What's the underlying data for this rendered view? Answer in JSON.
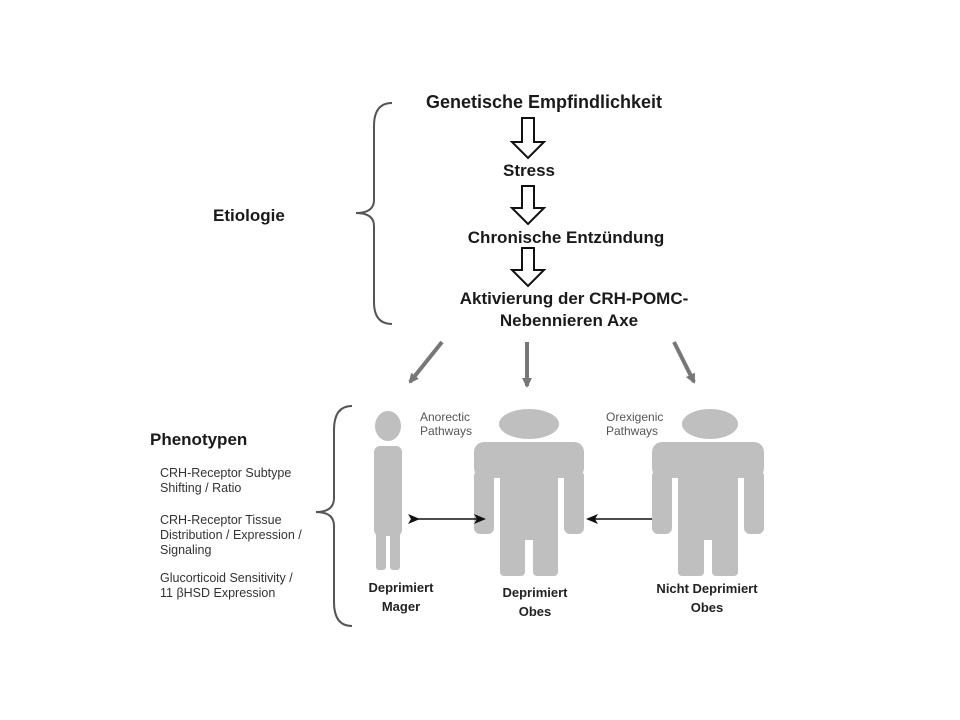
{
  "etiology": {
    "label": "Etiologie",
    "steps": [
      "Genetische Empfindlichkeit",
      "Stress",
      "Chronische Entzündung",
      "Aktivierung der CRH-POMC-",
      "Nebennieren Axe"
    ]
  },
  "phenotypes": {
    "label": "Phenotypen",
    "factors": [
      [
        "CRH-Receptor Subtype",
        "Shifting / Ratio"
      ],
      [
        "CRH-Receptor Tissue",
        "Distribution / Expression /",
        "Signaling"
      ],
      [
        "Glucorticoid Sensitivity /",
        "11 βHSD Expression"
      ]
    ],
    "pathways": {
      "anorectic": [
        "Anorectic",
        "Pathways"
      ],
      "orexigenic": [
        "Orexigenic",
        "Pathways"
      ]
    },
    "figures": [
      {
        "line1": "Deprimiert",
        "line2": "Mager"
      },
      {
        "line1": "Deprimiert",
        "line2": "Obes"
      },
      {
        "line1": "Nicht Deprimiert",
        "line2": "Obes"
      }
    ]
  },
  "colors": {
    "figure": "#bfbfbf",
    "arrow": "#777777",
    "brace": "#555555"
  }
}
